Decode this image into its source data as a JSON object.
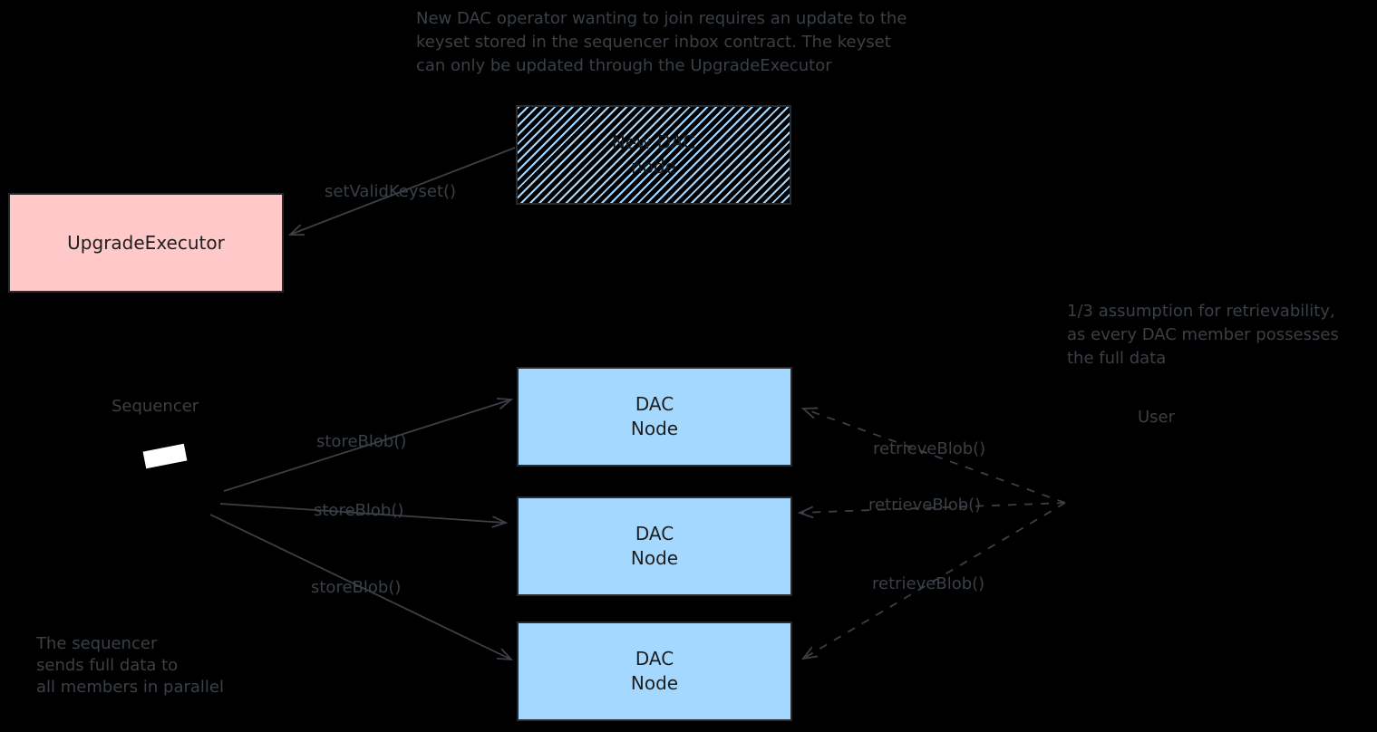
{
  "canvas": {
    "background": "#000000",
    "ink_color": "#3a4046",
    "pink_fill": "#ffc9c9",
    "blue_fill": "#a5d8ff"
  },
  "notes": {
    "top": {
      "lines": [
        "New DAC operator wanting to join requires an update to the",
        "keyset stored in the sequencer inbox contract. The keyset",
        "can only be updated through the UpgradeExecutor"
      ]
    },
    "right": {
      "lines": [
        "1/3 assumption for retrievability,",
        "as every DAC member possesses",
        "the full data"
      ]
    },
    "bottom_left": {
      "lines": [
        "The sequencer",
        "sends full data to",
        "all members in parallel"
      ]
    }
  },
  "nodes": {
    "new_dac": {
      "line1": "New DAC",
      "line2": "node"
    },
    "upgrade_executor": {
      "label": "UpgradeExecutor"
    },
    "dac_nodes": [
      {
        "line1": "DAC",
        "line2": "Node"
      },
      {
        "line1": "DAC",
        "line2": "Node"
      },
      {
        "line1": "DAC",
        "line2": "Node"
      }
    ],
    "sequencer_label": "Sequencer",
    "user_label": "User"
  },
  "edges": {
    "set_valid_keyset": "setValidKeyset()",
    "store_blob": [
      "storeBlob()",
      "storeBlob()",
      "storeBlob()"
    ],
    "retrieve_blob": [
      "retrieveBlob()",
      "retrieveBlob()",
      "retrieveBlob()"
    ]
  }
}
